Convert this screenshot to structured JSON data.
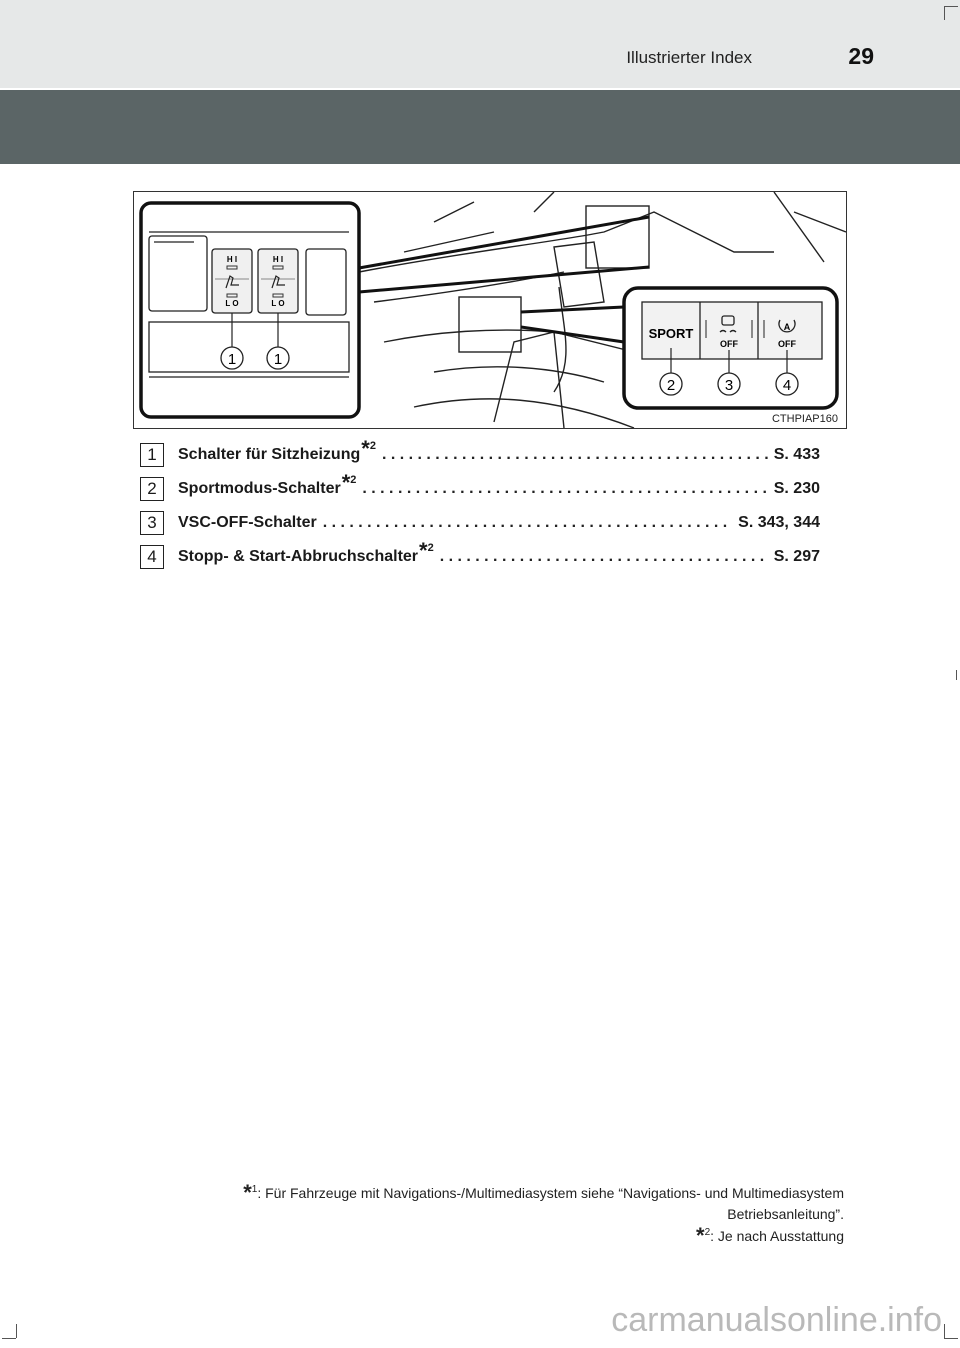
{
  "header": {
    "title": "Illustrierter Index",
    "page_number": "29"
  },
  "figure": {
    "code": "CTHPIAP160",
    "callouts": [
      "1",
      "1",
      "2",
      "3",
      "4"
    ],
    "seat_switch_labels": [
      "H I",
      "L O",
      "H I",
      "L O"
    ],
    "button_labels": [
      "SPORT",
      "OFF",
      "OFF"
    ],
    "button_a_label": "A"
  },
  "entries": [
    {
      "number": "1",
      "label": "Schalter für Sitzheizung",
      "note": "2",
      "page": "S. 433"
    },
    {
      "number": "2",
      "label": "Sportmodus-Schalter",
      "note": "2",
      "page": "S. 230"
    },
    {
      "number": "3",
      "label": "VSC-OFF-Schalter",
      "note": "",
      "page": "S. 343, 344"
    },
    {
      "number": "4",
      "label": "Stopp- & Start-Abbruchschalter",
      "note": "2",
      "page": "S. 297"
    }
  ],
  "footnotes": {
    "fn1_marker": "1",
    "fn1_text": ": Für Fahrzeuge mit Navigations-/Multimediasystem siehe “Navigations- und Multimediasystem",
    "fn1_text_cont": "Betriebsanleitung”.",
    "fn2_marker": "2",
    "fn2_text": ": Je nach Ausstattung"
  },
  "watermark": "carmanualsonline.info"
}
